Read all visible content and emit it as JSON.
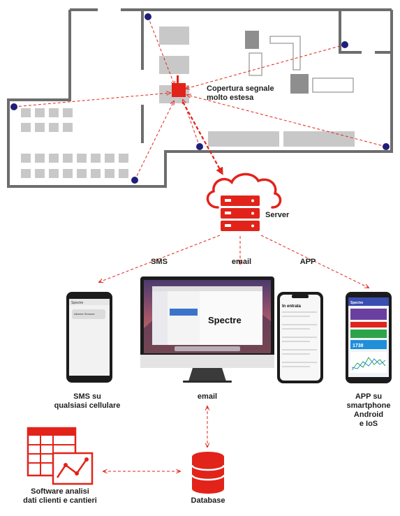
{
  "floorplan": {
    "label_line1": "Copertura segnale",
    "label_line2": "molto estesa"
  },
  "server": {
    "label": "Server"
  },
  "channels": {
    "sms": "SMS",
    "email": "email",
    "app": "APP"
  },
  "devices": {
    "sms_phone": {
      "caption_line1": "SMS su",
      "caption_line2": "qualsiasi cellulare",
      "screen_header": "Spectre",
      "screen_message": "Allarme Sensore"
    },
    "monitor": {
      "caption": "email",
      "brand_text": "Spectre"
    },
    "iphone": {
      "screen_header": "In entrata"
    },
    "app_phone": {
      "caption_line1": "APP su",
      "caption_line2": "smartphone",
      "caption_line3": "Android",
      "caption_line4": "e IoS",
      "screen_header": "Spectre",
      "tile_value": "1738"
    }
  },
  "software": {
    "caption_line1": "Software analisi",
    "caption_line2": "dati clienti e cantieri"
  },
  "database": {
    "label": "Database"
  },
  "colors": {
    "accent_red": "#e2231a",
    "wall_gray": "#6d6d6d",
    "furniture_gray": "#c8c8c8",
    "sensor_blue": "#1f1f7a",
    "text_dark": "#1e1e1e",
    "device_black": "#1b1b1b"
  }
}
